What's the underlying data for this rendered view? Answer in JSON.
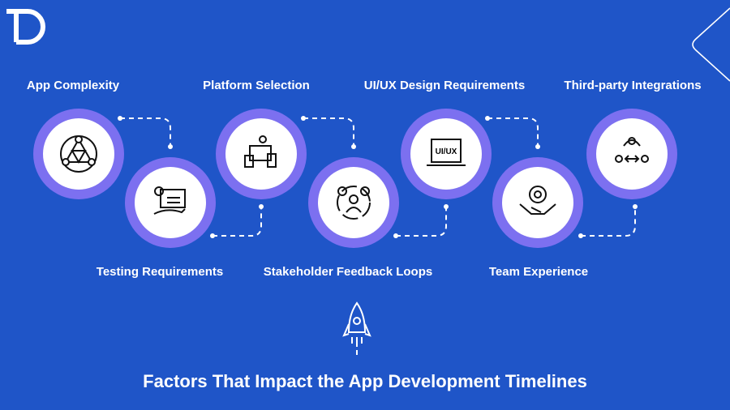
{
  "brand": {
    "logo_text": "TD"
  },
  "title": "Factors That Impact the App Development Timelines",
  "factors": [
    {
      "label": "App Complexity",
      "icon": "network-triangle-icon"
    },
    {
      "label": "Testing Requirements",
      "icon": "gear-checklist-hand-icon"
    },
    {
      "label": "Platform Selection",
      "icon": "devices-gear-icon"
    },
    {
      "label": "Stakeholder Feedback Loops",
      "icon": "person-feedback-cycle-icon"
    },
    {
      "label": "UI/UX Design Requirements",
      "icon": "laptop-uiux-icon",
      "screen_text": "UI/UX"
    },
    {
      "label": "Team Experience",
      "icon": "handshake-gear-team-icon"
    },
    {
      "label": "Third-party Integrations",
      "icon": "people-exchange-icon"
    }
  ],
  "colors": {
    "background": "#1f55c8",
    "ring": "#7c70f0",
    "inner": "#ffffff",
    "text": "#ffffff"
  }
}
